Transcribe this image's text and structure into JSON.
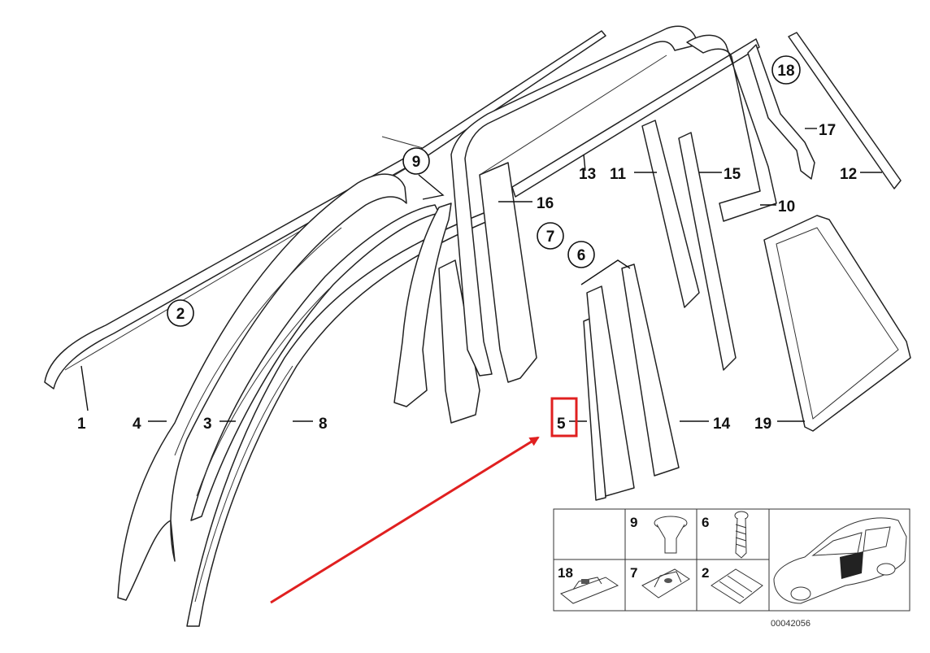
{
  "callouts": {
    "c1": "1",
    "c2": "2",
    "c3": "3",
    "c4": "4",
    "c5": "5",
    "c6": "6",
    "c7": "7",
    "c8": "8",
    "c9": "9",
    "c10": "10",
    "c11": "11",
    "c12": "12",
    "c13": "13",
    "c14": "14",
    "c15": "15",
    "c16": "16",
    "c17": "17",
    "c18": "18",
    "c19": "19"
  },
  "inset": {
    "n9": "9",
    "n6": "6",
    "n18": "18",
    "n7": "7",
    "n2": "2"
  },
  "reference_number": "00042056",
  "colors": {
    "highlight_box": "#e02020",
    "arrow": "#e02020",
    "lines": "#222222"
  },
  "highlighted_part": "5"
}
